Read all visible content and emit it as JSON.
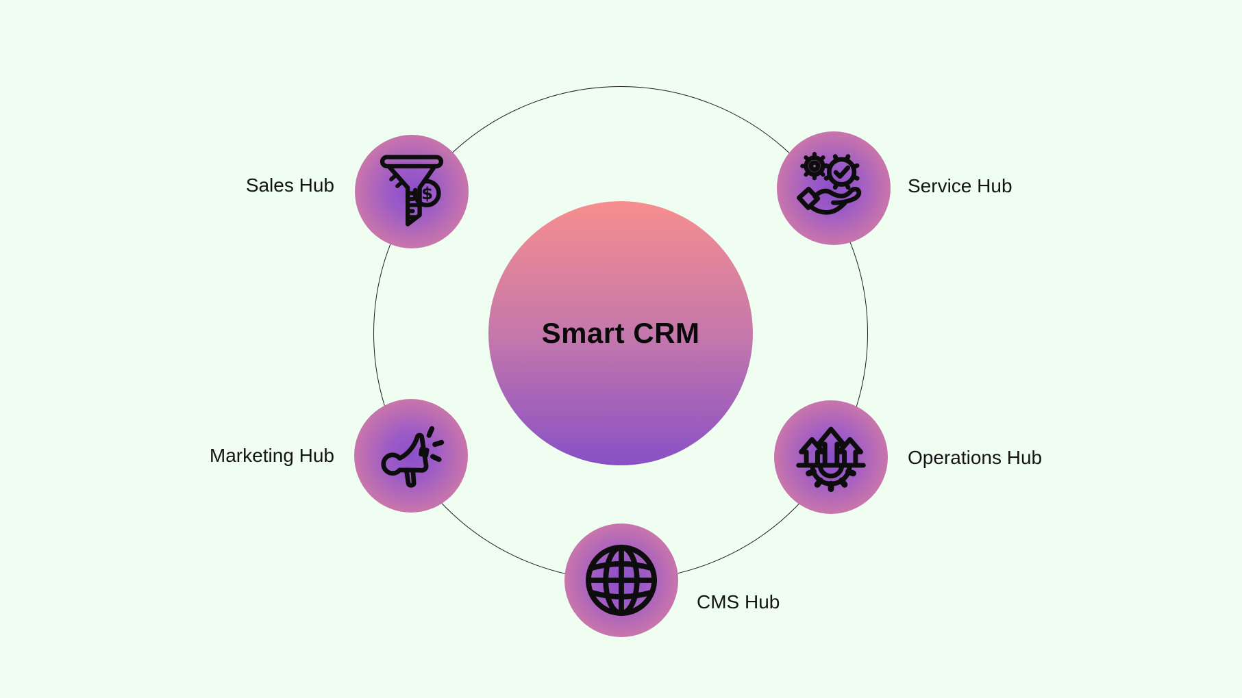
{
  "diagram": {
    "title": "Smart CRM",
    "hubs": [
      {
        "label": "Sales Hub",
        "icon": "funnel-dollar-icon",
        "coin_symbol": "$"
      },
      {
        "label": "Service Hub",
        "icon": "hand-gears-check-icon"
      },
      {
        "label": "Marketing Hub",
        "icon": "megaphone-icon"
      },
      {
        "label": "Operations Hub",
        "icon": "up-arrows-gear-icon"
      },
      {
        "label": "CMS Hub",
        "icon": "globe-icon"
      }
    ],
    "colors": {
      "background": "#F0FDF1",
      "orbit_ring": "#1C1C1C",
      "center_gradient_top": "#F78E8E",
      "center_gradient_bottom": "#8850C5",
      "hub_gradient_inner": "#8B4FC9",
      "hub_gradient_outer": "#D67FA5",
      "icon_stroke": "#0D0D0D",
      "label_text": "#131313"
    }
  }
}
